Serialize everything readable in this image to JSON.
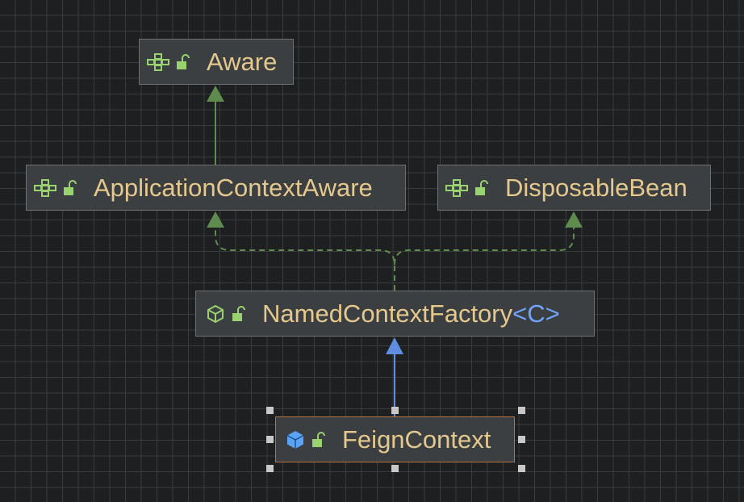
{
  "diagram": {
    "nodes": [
      {
        "id": "aware",
        "label": "Aware",
        "kind": "interface",
        "icon": "interface-icon"
      },
      {
        "id": "app_ctx_aware",
        "label": "ApplicationContextAware",
        "kind": "interface",
        "icon": "interface-icon"
      },
      {
        "id": "disposable_bean",
        "label": "DisposableBean",
        "kind": "interface",
        "icon": "interface-icon"
      },
      {
        "id": "named_ctx_factory",
        "label": "NamedContextFactory",
        "generic": "<C>",
        "kind": "abstract-class",
        "icon": "abstract-class-icon"
      },
      {
        "id": "feign_ctx",
        "label": "FeignContext",
        "kind": "class",
        "icon": "class-icon",
        "selected": true
      }
    ],
    "edges": [
      {
        "from": "app_ctx_aware",
        "to": "aware",
        "type": "extends",
        "color": "#5f8c4e"
      },
      {
        "from": "named_ctx_factory",
        "to": "app_ctx_aware",
        "type": "implements",
        "color": "#5f8c4e"
      },
      {
        "from": "named_ctx_factory",
        "to": "disposable_bean",
        "type": "implements",
        "color": "#5f8c4e"
      },
      {
        "from": "feign_ctx",
        "to": "named_ctx_factory",
        "type": "extends",
        "color": "#5f8ddf"
      }
    ]
  },
  "colors": {
    "background": "#1e1f21",
    "node_fill": "#3c3f41",
    "label": "#e4c88d",
    "generic": "#6fa3ff",
    "interface_icon": "#9ad171",
    "class_icon": "#5ba4f5",
    "selection_border": "#b6733f"
  }
}
